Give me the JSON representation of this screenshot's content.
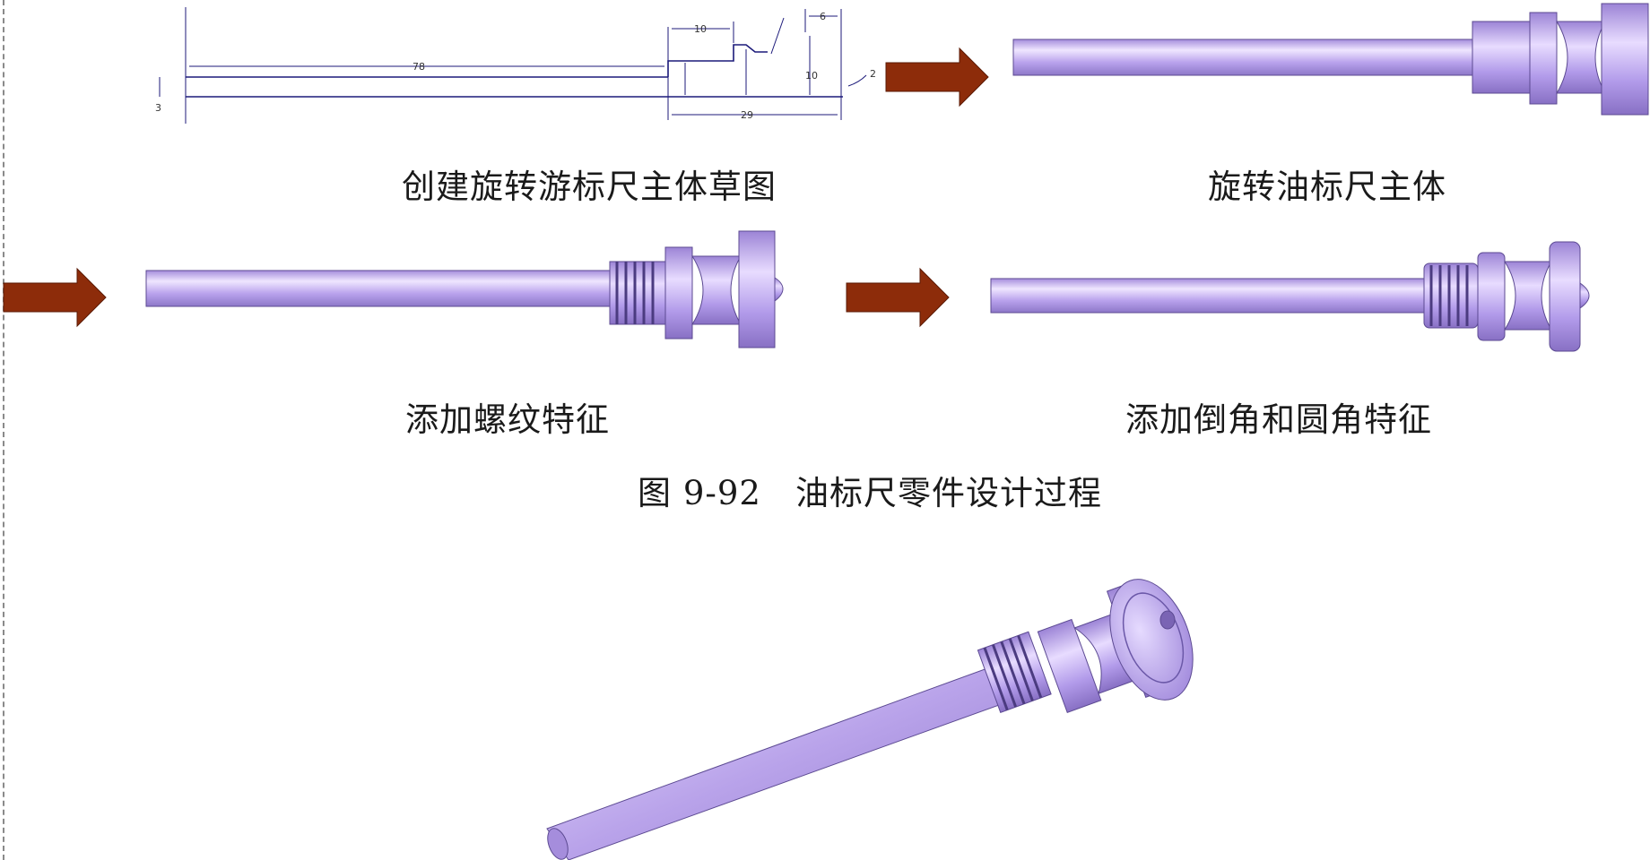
{
  "figure": {
    "number": "图 9-92",
    "title": "油标尺零件设计过程"
  },
  "steps": [
    {
      "label": "创建旋转游标尺主体草图"
    },
    {
      "label": "旋转油标尺主体"
    },
    {
      "label": "添加螺纹特征"
    },
    {
      "label": "添加倒角和圆角特征"
    }
  ],
  "sketch": {
    "dimensions": [
      "78",
      "10",
      "6",
      "29",
      "10",
      "3",
      "2"
    ]
  },
  "colors": {
    "part": "#b9a3ea",
    "arrow": "#8d2c0a",
    "line": "#1c1a7a"
  }
}
